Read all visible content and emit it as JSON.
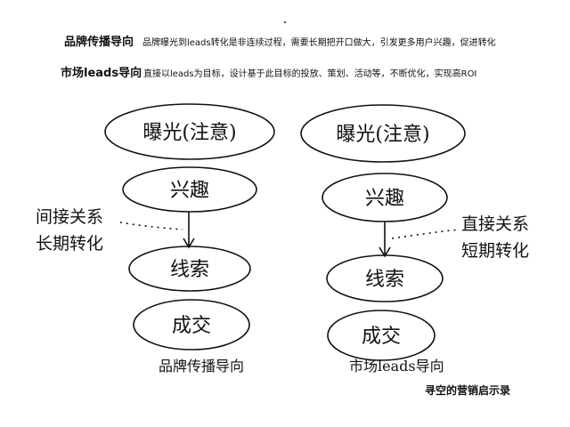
{
  "header": {
    "rows": [
      {
        "title": "品牌传播导向",
        "desc": "品牌曝光到leads转化是非连续过程，需要长期把开口做大，引发更多用户兴趣，促进转化"
      },
      {
        "title": "市场leads导向",
        "desc": "直接以leads为目标，设计基于此目标的投放、策划、活动等，不断优化，实现高ROI"
      }
    ]
  },
  "left": {
    "stages": [
      "曝光(注意)",
      "兴趣",
      "线索",
      "成交"
    ],
    "note": [
      "间接关系",
      "长期转化"
    ],
    "label": "品牌传播导向"
  },
  "right": {
    "stages": [
      "曝光(注意)",
      "兴趣",
      "线索",
      "成交"
    ],
    "note": [
      "直接关系",
      "短期转化"
    ],
    "label": "市场leads导向"
  },
  "caption": "寻空的营销启示录"
}
